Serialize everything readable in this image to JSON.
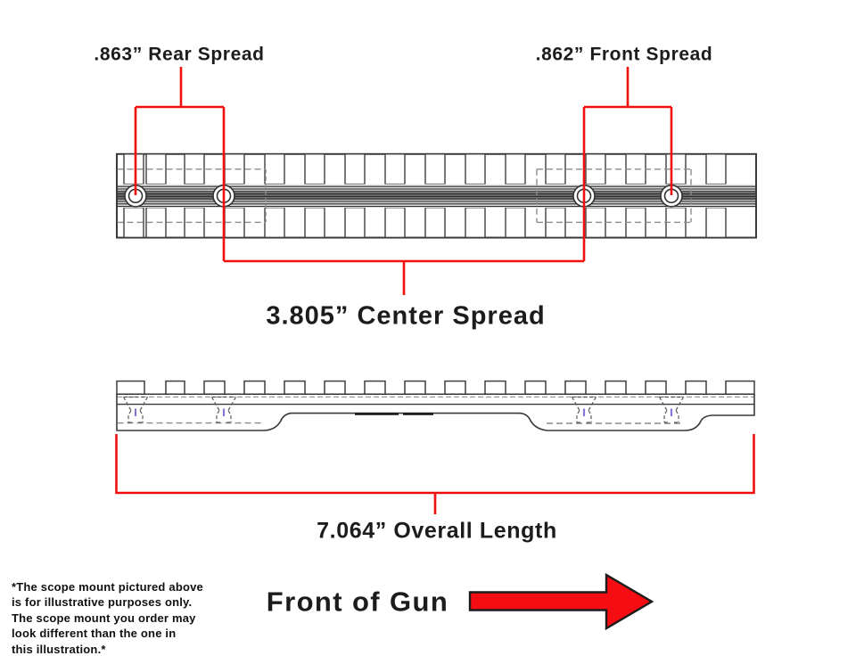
{
  "labels": {
    "rear_spread": ".863” Rear Spread",
    "front_spread": ".862” Front Spread",
    "center_spread": "3.805” Center Spread",
    "overall_length": "7.064” Overall Length",
    "front_of_gun": "Front of Gun"
  },
  "dimensions": {
    "rear_spread_in": 0.863,
    "front_spread_in": 0.862,
    "center_spread_in": 3.805,
    "overall_length_in": 7.064
  },
  "disclaimer": {
    "lines": [
      "*The scope mount pictured above",
      "is for illustrative purposes only.",
      "The scope mount you order may",
      "look different than the one in",
      "this illustration.*"
    ]
  },
  "colors": {
    "dimension_red": "#f2100f",
    "arrow_red": "#f40d12",
    "drawing_dark": "#3a3a3a",
    "hidden_line_gray": "#8c8c8c",
    "screw_axis_purple": "#8677d8",
    "text_black": "#1c1c1c"
  }
}
